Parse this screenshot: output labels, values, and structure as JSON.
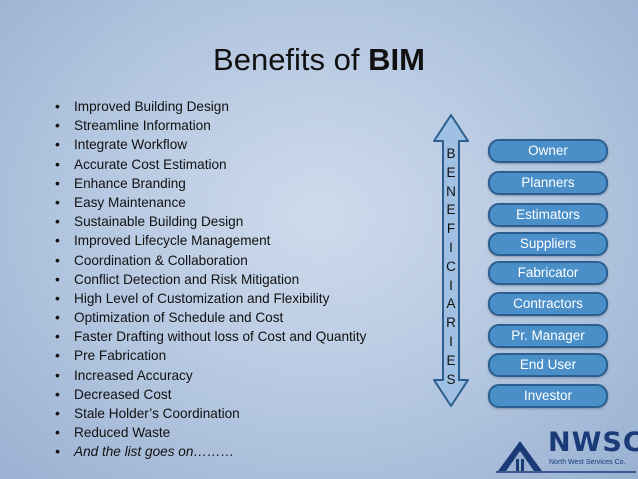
{
  "title": {
    "normal": "Benefits of ",
    "bold": "BIM"
  },
  "bullets": [
    "Improved Building Design",
    "Streamline Information",
    "Integrate Workflow",
    "Accurate Cost Estimation",
    "Enhance Branding",
    "Easy Maintenance",
    "Sustainable Building Design",
    "Improved Lifecycle Management",
    "Coordination & Collaboration",
    "Conflict Detection and Risk Mitigation",
    "High Level of Customization and Flexibility",
    "Optimization of Schedule and Cost",
    "Faster Drafting without loss of Cost and Quantity",
    "Pre Fabrication",
    "Increased Accuracy",
    "Decreased Cost",
    "Stale Holder’s Coordination",
    "Reduced Waste",
    "And the list goes on………"
  ],
  "vertical_word": [
    "B",
    "E",
    "N",
    "E",
    "F",
    "I",
    "C",
    "I",
    "A",
    "R",
    "I",
    "E",
    "S"
  ],
  "beneficiaries": [
    "Owner",
    "Planners",
    "Estimators",
    "Suppliers",
    "Fabricator",
    "Contractors",
    "Pr. Manager",
    "End User",
    "Investor"
  ],
  "logo": {
    "name": "NWSC",
    "tagline": "North West Services Co."
  },
  "colors": {
    "pill_fill": "#4a8fc8",
    "pill_border": "#2c5f8f",
    "arrow_fill": "#9fc0e3",
    "arrow_stroke": "#2c5f8f",
    "logo": "#1a3a78"
  }
}
